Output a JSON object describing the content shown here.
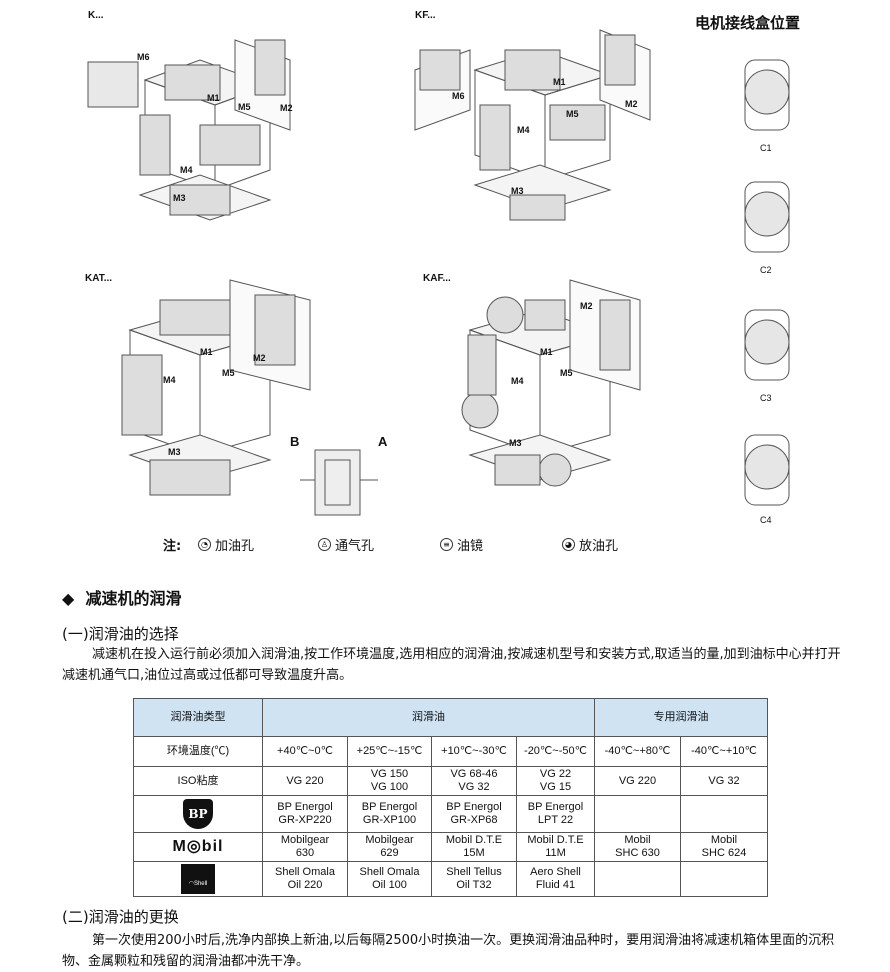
{
  "diagrams": {
    "k": {
      "title": "K...",
      "positions": [
        "M6",
        "M1",
        "M5",
        "M2",
        "M4",
        "M3"
      ]
    },
    "kf": {
      "title": "KF...",
      "positions": [
        "M6",
        "M1",
        "M2",
        "M4",
        "M5",
        "M3"
      ]
    },
    "kat": {
      "title": "KAT...",
      "positions": [
        "M1",
        "M2",
        "M5",
        "M4",
        "M3"
      ]
    },
    "kaf": {
      "title": "KAF...",
      "positions": [
        "M2",
        "M1",
        "M5",
        "M4",
        "M3"
      ]
    },
    "side": {
      "b": "B",
      "a": "A"
    }
  },
  "terminal_box": {
    "title": "电机接线盒位置",
    "positions": [
      "C1",
      "C2",
      "C3",
      "C4"
    ]
  },
  "legend": {
    "prefix": "注:",
    "items": [
      "加油孔",
      "通气孔",
      "油镜",
      "放油孔"
    ]
  },
  "section": {
    "title": "减速机的润滑",
    "diamond": "◆"
  },
  "selection": {
    "heading": "(一)润滑油的选择",
    "text": "减速机在投入运行前必须加入润滑油,按工作环境温度,选用相应的润滑油,按减速机型号和安装方式,取适当的量,加到油标中心并打开减速机通气口,油位过高或过低都可导致温度升高。"
  },
  "table": {
    "header": {
      "type": "润滑油类型",
      "oil": "润滑油",
      "special": "专用润滑油"
    },
    "temp": {
      "label": "环境温度(℃)",
      "values": [
        "+40℃~0℃",
        "+25℃~-15℃",
        "+10℃~-30℃",
        "-20℃~-50℃",
        "-40℃~+80℃",
        "-40℃~+10℃"
      ]
    },
    "iso": {
      "label": "ISO粘度",
      "values": [
        [
          "VG 220",
          ""
        ],
        [
          "VG 150",
          "VG 100"
        ],
        [
          "VG 68-46",
          "VG 32"
        ],
        [
          "VG 22",
          "VG 15"
        ],
        [
          "VG 220",
          ""
        ],
        [
          "VG 32",
          ""
        ]
      ]
    },
    "bp": {
      "logo": "BP",
      "values": [
        [
          "BP Energol",
          "GR-XP220"
        ],
        [
          "BP Energol",
          "GR-XP100"
        ],
        [
          "BP Energol",
          "GR-XP68"
        ],
        [
          "BP Energol",
          "LPT 22"
        ],
        [
          "",
          ""
        ],
        [
          "",
          ""
        ]
      ]
    },
    "mobil": {
      "logo": "Mobil",
      "values": [
        [
          "Mobilgear",
          "630"
        ],
        [
          "Mobilgear",
          "629"
        ],
        [
          "Mobil D.T.E",
          "15M"
        ],
        [
          "Mobil D.T.E",
          "11M"
        ],
        [
          "Mobil",
          "SHC 630"
        ],
        [
          "Mobil",
          "SHC 624"
        ]
      ]
    },
    "shell": {
      "logo": "Shell",
      "values": [
        [
          "Shell Omala",
          "Oil 220"
        ],
        [
          "Shell Omala",
          "Oil 100"
        ],
        [
          "Shell Tellus",
          "Oil T32"
        ],
        [
          "Aero Shell",
          "Fluid 41"
        ],
        [
          "",
          ""
        ],
        [
          "",
          ""
        ]
      ]
    }
  },
  "replacement": {
    "heading": "(二)润滑油的更换",
    "text": "第一次使用200小时后,洗净内部换上新油,以后每隔2500小时换油一次。更换润滑油品种时，要用润滑油将减速机箱体里面的沉积物、金属颗粒和残留的润滑油都冲洗干净。"
  }
}
